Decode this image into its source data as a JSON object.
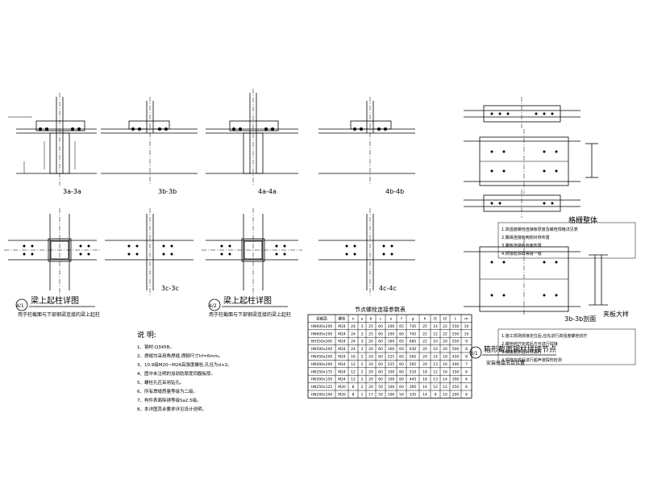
{
  "drawings": {
    "section_labels": {
      "s1": "3a-3a",
      "s2": "3b-3b",
      "s3": "4a-4a",
      "s4": "4b-4b",
      "s5": "3c-3c",
      "s6": "4c-4c"
    },
    "detail1": {
      "num": "4/1",
      "title": "梁上起柱详图",
      "sub": "用于柱截面与下部钢梁连接的梁上起柱"
    },
    "detail2": {
      "num": "4/2",
      "title": "梁上起柱详图",
      "sub": "用于柱截面与下部钢梁连接的梁上起柱"
    },
    "notes": {
      "title": "说 明:",
      "items": [
        "1、钢材:Q345B。",
        "2、焊缝均采用角焊缝,焊脚尺寸hf=6mm。",
        "3、10.9级M20~M24高强度螺栓,孔径为d+2。",
        "4、图中未注明的加劲肋厚度同腹板厚。",
        "5、螺栓孔应采用钻孔。",
        "6、所有焊缝质量等级为二级。",
        "7、构件表面除锈等级Sa2.5级。",
        "8、本详图其余要求详见设计说明。"
      ]
    },
    "table": {
      "title": "节点螺栓连接参数表",
      "headers": [
        "梁截面",
        "螺栓",
        "n",
        "a",
        "b",
        "c",
        "e",
        "f",
        "g",
        "h",
        "t1",
        "t2",
        "L",
        "m"
      ],
      "rows": [
        [
          "HN600x200",
          "M24",
          "24",
          "3",
          "25",
          "60",
          "200",
          "65",
          "745",
          "25",
          "14",
          "22",
          "550",
          "10"
        ],
        [
          "HN600x200",
          "M24",
          "24",
          "3",
          "25",
          "60",
          "200",
          "60",
          "745",
          "22",
          "12",
          "22",
          "550",
          "10"
        ],
        [
          "BH550x200",
          "M24",
          "24",
          "3",
          "20",
          "60",
          "160",
          "65",
          "685",
          "22",
          "10",
          "20",
          "550",
          "9"
        ],
        [
          "HN500x200",
          "M24",
          "24",
          "3",
          "20",
          "60",
          "160",
          "60",
          "630",
          "20",
          "10",
          "20",
          "500",
          "8"
        ],
        [
          "HN450x200",
          "M24",
          "16",
          "2",
          "20",
          "60",
          "225",
          "65",
          "565",
          "20",
          "14",
          "18",
          "450",
          "8"
        ],
        [
          "HN400x200",
          "M24",
          "12",
          "2",
          "20",
          "60",
          "225",
          "60",
          "565",
          "20",
          "13",
          "16",
          "400",
          "7"
        ],
        [
          "HN350x175",
          "M24",
          "12",
          "2",
          "20",
          "60",
          "100",
          "60",
          "510",
          "18",
          "12",
          "16",
          "350",
          "6"
        ],
        [
          "HN300x150",
          "M24",
          "12",
          "2",
          "20",
          "60",
          "100",
          "60",
          "445",
          "18",
          "13",
          "14",
          "300",
          "6"
        ],
        [
          "HN250x125",
          "M20",
          "8",
          "2",
          "20",
          "50",
          "100",
          "60",
          "395",
          "16",
          "12",
          "12",
          "250",
          "6"
        ],
        [
          "HN200x100",
          "M20",
          "8",
          "1",
          "17",
          "50",
          "100",
          "50",
          "335",
          "14",
          "9",
          "10",
          "200",
          "6"
        ]
      ]
    },
    "right": {
      "panel_label": "格栅整体",
      "section_label": "3b-3b剖面",
      "side_label": "夹板大样",
      "detail_num": "3/1",
      "detail_title": "箱形截面钢柱拼接节点",
      "detail_sub": "安装拼接节点位置",
      "legend": [
        "1.高强度螺栓连接板厚度及螺栓规格详见表",
        "2.翼缘连接板两侧对称布置",
        "3.腹板连接板双面布置",
        "4.拼接处焊缝等级一级"
      ],
      "legend2": [
        "1.施工现场拼接定位后,应先进行高强度螺栓初拧",
        "2.螺栓终拧完成后方可进行焊接",
        "3.焊接顺序应对称进行",
        "4.焊接完成后进行超声波探伤检测"
      ]
    }
  }
}
